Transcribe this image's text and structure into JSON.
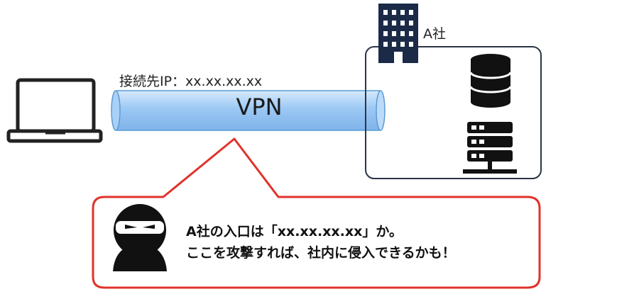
{
  "labels": {
    "destination_ip": "接続先IP：xx.xx.xx.xx",
    "tunnel": "VPN",
    "company": "A社"
  },
  "speech": {
    "line1": "A社の入口は「xx.xx.xx.xx」か。",
    "line2": "ここを攻撃すれば、社内に侵入できるかも！"
  },
  "icons": {
    "client": "laptop-icon",
    "company": "office-building-icon",
    "storage": "database-icon",
    "server": "server-rack-icon",
    "attacker": "ninja-attacker-icon"
  },
  "colors": {
    "tunnel_fill": "#9cc8f4",
    "tunnel_edge": "#5b9bd5",
    "bubble_border": "#e0332b",
    "network_box_border": "#2a3448",
    "icon_dark": "#111111",
    "building": "#1b2a47"
  }
}
